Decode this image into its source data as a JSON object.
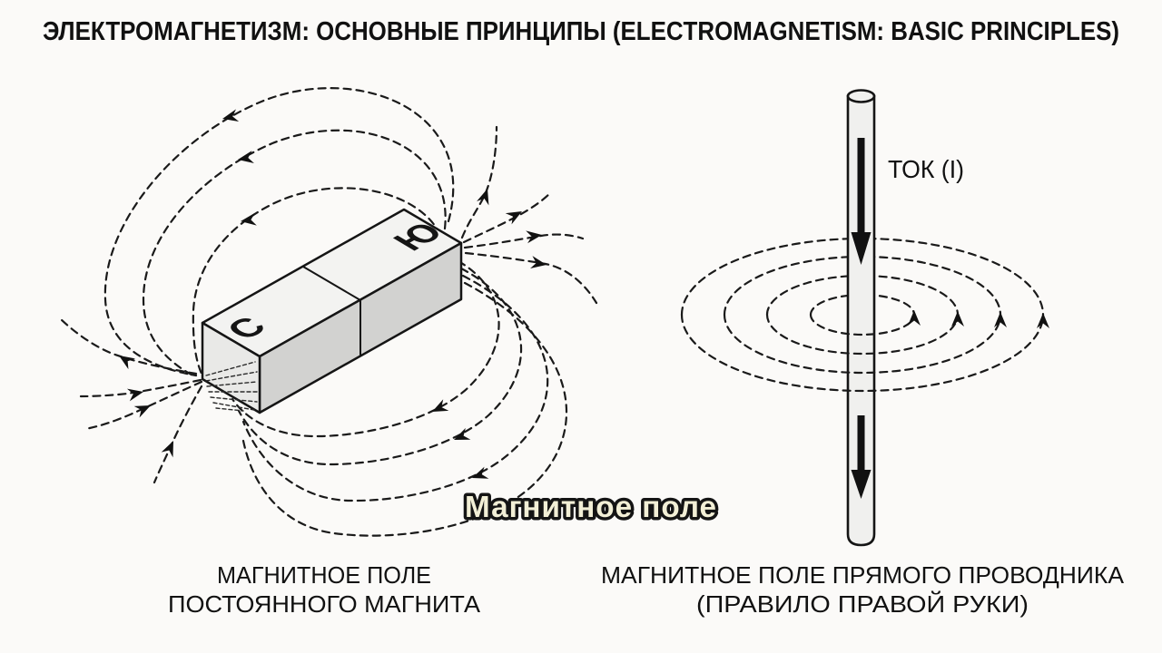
{
  "title": "ЭЛЕКТРОМАГНЕТИЗМ: ОСНОВНЫЕ ПРИНЦИПЫ (ELECTROMAGNETISM: BASIC PRINCIPLES)",
  "magnet_diagram": {
    "north_pole_label": "С",
    "south_pole_label": "Ю",
    "field_label": "Магнитное поле",
    "caption_line1": "МАГНИТНОЕ ПОЛЕ",
    "caption_line2": "ПОСТОЯННОГО МАГНИТА"
  },
  "wire_diagram": {
    "current_label": "ТОК (I)",
    "caption_line1": "МАГНИТНОЕ ПОЛЕ ПРЯМОГО ПРОВОДНИКА",
    "caption_line2": "(ПРАВИЛО ПРАВОЙ РУКИ)"
  },
  "colors": {
    "background": "#fbfaf8",
    "line": "#1a1a1a",
    "magnet_top_face": "#f3f3f1",
    "magnet_front_face": "#d2d2d0",
    "magnet_end_face": "#e9e9e7",
    "conductor_fill": "#f0f0ee",
    "field_label_fill": "#f2efd6",
    "field_label_outline": "#141414"
  }
}
